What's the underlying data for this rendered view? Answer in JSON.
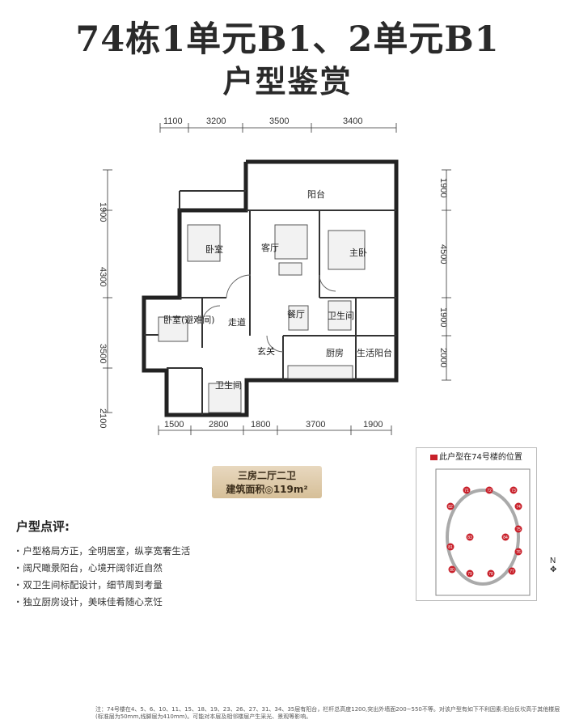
{
  "header": {
    "title_line1": "74栋1单元B1、2单元B1",
    "title_line2": "户型鉴赏"
  },
  "dimensions": {
    "top": [
      "1100",
      "3200",
      "3500",
      "3400"
    ],
    "bottom": [
      "1500",
      "2800",
      "1800",
      "3700",
      "1900"
    ],
    "left": [
      "1900",
      "4300",
      "3500",
      "2100"
    ],
    "right": [
      "1900",
      "4500",
      "1900",
      "2000"
    ]
  },
  "rooms": {
    "balcony": "阳台",
    "living": "客厅",
    "bedroom": "卧室",
    "master": "主卧",
    "bedroom_refuge": "卧室(避难间)",
    "corridor": "走道",
    "dining": "餐厅",
    "bath1": "卫生间",
    "bath2": "卫生间",
    "entry": "玄关",
    "kitchen": "厨房",
    "service_balcony": "生活阳台"
  },
  "badge": {
    "layout": "三房二厅二卫",
    "area": "建筑面积◎119m²"
  },
  "review": {
    "title": "户型点评:",
    "items": [
      "户型格局方正，全明居室，纵享宽奢生活",
      "阔尺瞰景阳台，心境开阔邻近自然",
      "双卫生间标配设计，细节周到考量",
      "独立厨房设计，美味佳肴随心烹饪"
    ]
  },
  "site_map": {
    "title": "此户型在74号楼的位置",
    "marker_color": "#c8202a",
    "buildings": [
      "71",
      "72",
      "73",
      "74",
      "75",
      "76",
      "77",
      "78",
      "79",
      "80",
      "81",
      "82",
      "83",
      "84"
    ],
    "north": "N"
  },
  "footnote": "注：74号楼在4、5、6、10、11、15、18、19、23、26、27、31、34、35层有阳台，栏杆总高度1200,突出外墙面200~550不等。对该户型有如下不利因素:阳台反坎高于其他楼层(标准层为50mm,线脚层为410mm)。可能对本层及相邻楼层产生采光、景观等影响。"
}
